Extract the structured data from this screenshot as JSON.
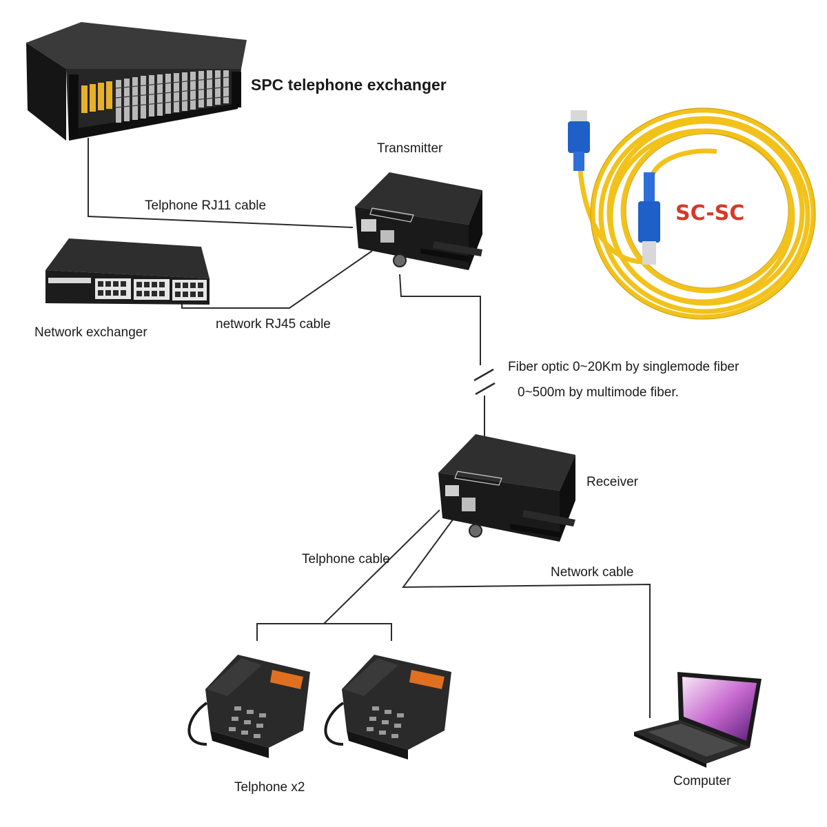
{
  "labels": {
    "spc_exchanger": "SPC telephone exchanger",
    "transmitter": "Transmitter",
    "rj11_cable": "Telphone RJ11 cable",
    "network_exchanger": "Network exchanger",
    "rj45_cable": "network RJ45 cable",
    "fiber_line1": "Fiber optic 0~20Km by singlemode fiber",
    "fiber_line2": "0~500m by multimode fiber.",
    "receiver": "Receiver",
    "telephone_cable": "Telphone cable",
    "network_cable": "Network cable",
    "telephones": "Telphone x2",
    "computer": "Computer",
    "connector_type": "SC-SC"
  },
  "colors": {
    "device_body": "#1c1c1c",
    "cable_line": "#2a2a2a",
    "fiber_yellow": "#f2c21a",
    "sc_connector_blue": "#1f5fc8",
    "sc_label_red": "#d43a2a",
    "exchanger_yellow_ports": "#e8b02a"
  },
  "icons": {
    "exchanger": "rack-server-icon",
    "transmitter": "media-converter-icon",
    "receiver": "media-converter-icon",
    "switch": "network-switch-icon",
    "telephone": "desk-phone-icon",
    "computer": "laptop-icon",
    "fiber": "fiber-patch-cord-icon"
  }
}
